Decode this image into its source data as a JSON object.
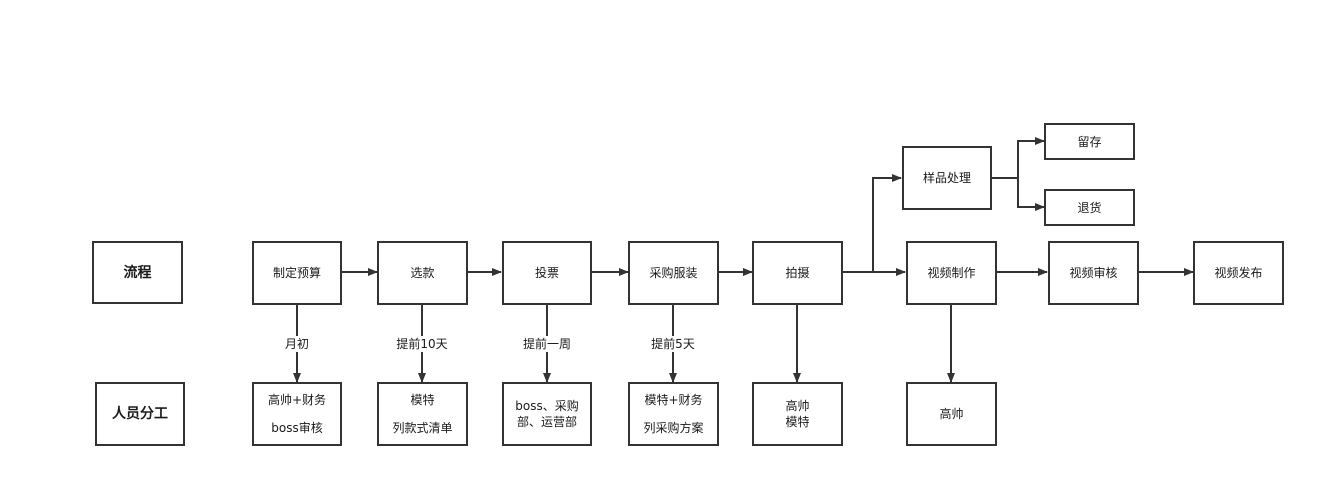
{
  "row_labels": {
    "process": "流程",
    "staff": "人员分工"
  },
  "steps": {
    "budget": "制定预算",
    "select": "选款",
    "vote": "投票",
    "purchase": "采购服装",
    "shoot": "拍摄",
    "sample": "样品处理",
    "keep": "留存",
    "return": "退货",
    "video_make": "视频制作",
    "video_review": "视频审核",
    "video_publish": "视频发布"
  },
  "timing": {
    "budget": "月初",
    "select": "提前10天",
    "vote": "提前一周",
    "purchase": "提前5天"
  },
  "staff": {
    "budget": {
      "line1": "高帅+财务",
      "line2": "boss审核"
    },
    "select": {
      "line1": "模特",
      "line2": "列款式清单"
    },
    "vote": {
      "line1": "boss、采购",
      "line2": "部、运营部"
    },
    "purchase": {
      "line1": "模特+财务",
      "line2": "列采购方案"
    },
    "shoot": {
      "line1": "高帅",
      "line2": "模特"
    },
    "video": {
      "line1": "高帅"
    }
  },
  "colors": {
    "stroke": "#333333",
    "background": "#ffffff"
  }
}
